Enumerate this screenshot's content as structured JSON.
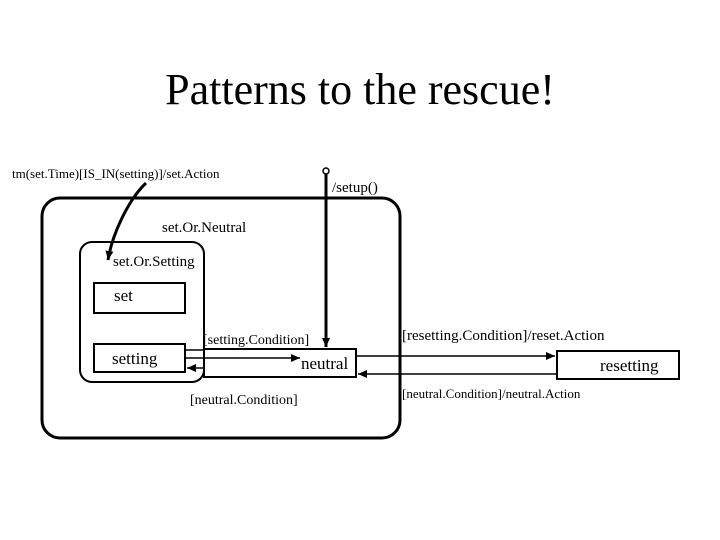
{
  "slide": {
    "title": "Patterns to the rescue!"
  },
  "diagram": {
    "states": {
      "outer": "set.Or.Neutral",
      "inner": "set.Or.Setting",
      "set": "set",
      "setting": "setting",
      "neutral": "neutral",
      "resetting": "resetting"
    },
    "transitions": {
      "tm": "tm(set.Time)[IS_IN(setting)]/set.Action",
      "setup": "/setup()",
      "setting_condition": "[setting.Condition]",
      "neutral_condition": "[neutral.Condition]",
      "resetting_condition": "[resetting.Condition]/reset.Action",
      "neutral_condition_action": "[neutral.Condition]/neutral.Action"
    }
  }
}
